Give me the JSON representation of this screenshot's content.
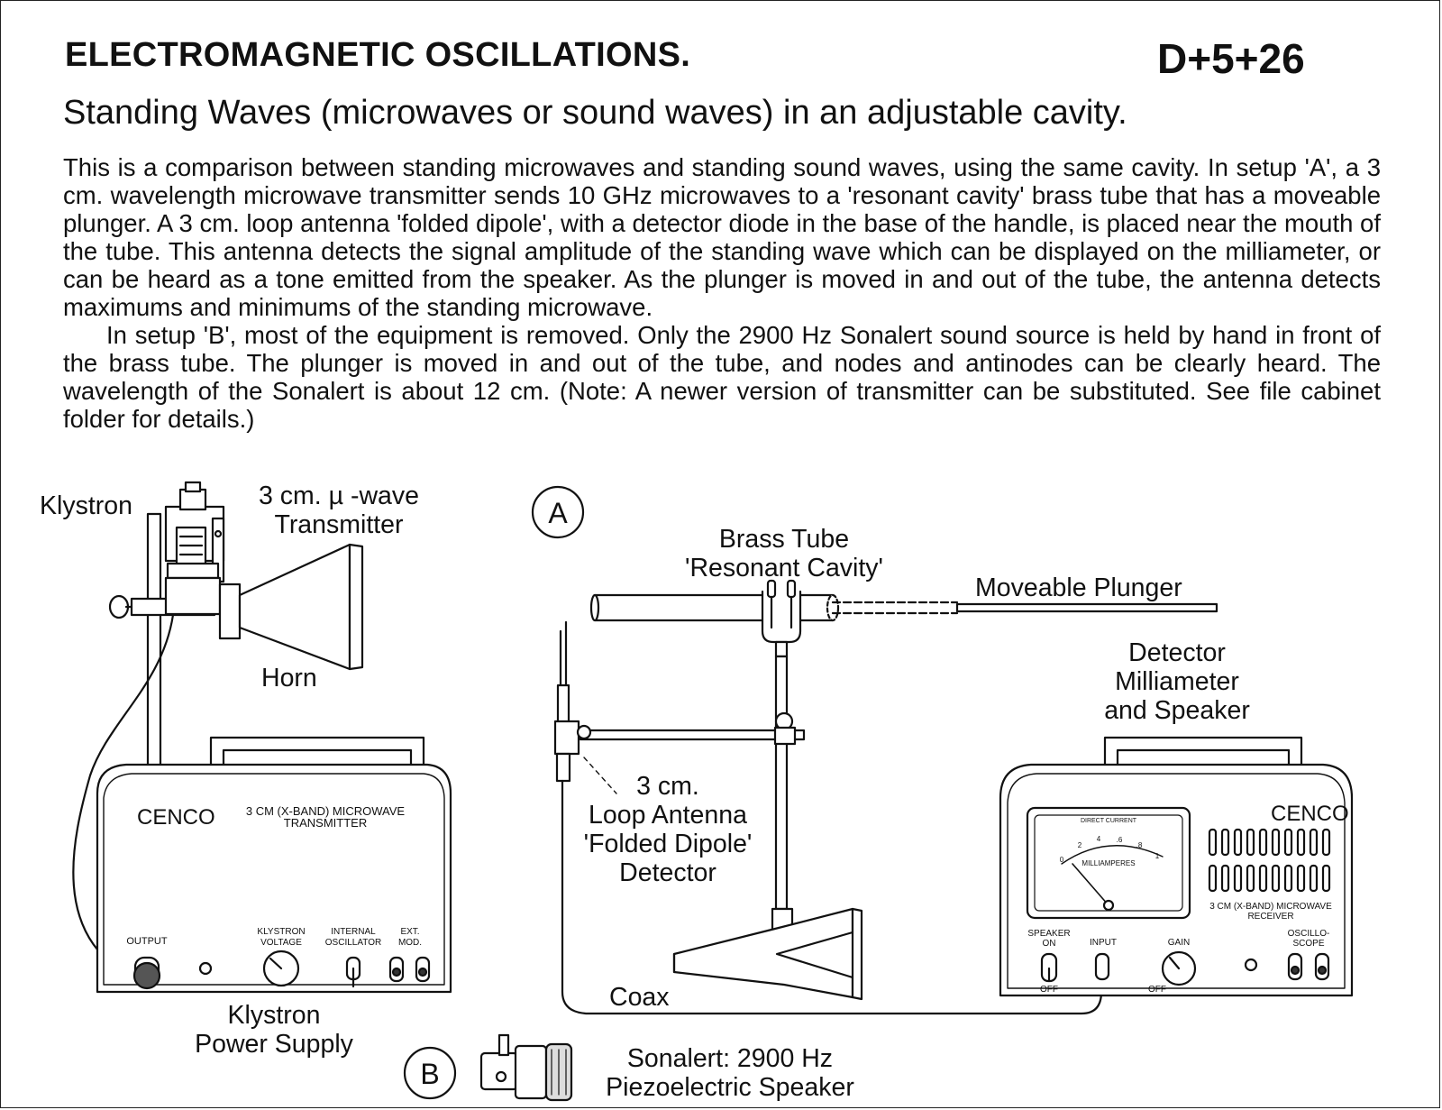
{
  "header": {
    "title": "ELECTROMAGNETIC OSCILLATIONS.",
    "code": "D+5+26",
    "subtitle": "Standing Waves (microwaves or sound waves) in an adjustable cavity."
  },
  "description": {
    "paragraph1": "This is a comparison between standing microwaves and standing sound waves, using the same cavity. In setup 'A', a 3 cm. wavelength microwave transmitter sends 10 GHz microwaves to a 'resonant cavity' brass tube that has a moveable plunger.  A 3 cm. loop antenna 'folded dipole', with a detector diode in the base of the handle, is placed near the mouth of the tube. This antenna detects the signal amplitude of the standing wave which can be displayed on the milliameter, or can be heard as a tone emitted from the speaker.  As the plunger is moved in and out of the tube, the antenna detects maximums and minimums of the standing microwave.",
    "paragraph2": "In setup 'B', most of the equipment is removed. Only the 2900 Hz Sonalert sound source is held by hand in front of the brass tube.  The plunger is moved in and out of the tube, and nodes and antinodes can be clearly heard. The wavelength of the Sonalert is about 12 cm. (Note: A newer version of transmitter can be substituted. See file cabinet folder for details.)"
  },
  "labels": {
    "klystron": "Klystron",
    "transmitter_line1": "3 cm. µ -wave",
    "transmitter_line2": "Transmitter",
    "horn": "Horn",
    "power_supply_line1": "Klystron",
    "power_supply_line2": "Power Supply",
    "setup_a": "A",
    "setup_b": "B",
    "brass_tube_line1": "Brass Tube",
    "brass_tube_line2": "'Resonant Cavity'",
    "plunger": "Moveable Plunger",
    "detector_line1": "Detector",
    "detector_line2": "Milliameter",
    "detector_line3": "and Speaker",
    "antenna_line1": "3 cm.",
    "antenna_line2": "Loop Antenna",
    "antenna_line3": "'Folded Dipole'",
    "antenna_line4": "Detector",
    "coax": "Coax",
    "sonalert_line1": "Sonalert: 2900 Hz",
    "sonalert_line2": "Piezoelectric Speaker"
  },
  "transmitter_panel": {
    "brand": "CENCO",
    "name_line1": "3 CM (X-BAND) MICROWAVE",
    "name_line2": "TRANSMITTER",
    "output": "OUTPUT",
    "klystron_voltage_1": "KLYSTRON",
    "klystron_voltage_2": "VOLTAGE",
    "internal_osc_1": "INTERNAL",
    "internal_osc_2": "OSCILLATOR",
    "ext_mod_1": "EXT.",
    "ext_mod_2": "MOD."
  },
  "receiver_panel": {
    "brand": "CENCO",
    "meter_top": "DIRECT CURRENT",
    "meter_unit": "MILLIAMPERES",
    "meter_ticks": [
      "0",
      "2",
      "4",
      ".6",
      ".8",
      "1"
    ],
    "name_line1": "3 CM (X-BAND) MICROWAVE",
    "name_line2": "RECEIVER",
    "speaker_on_1": "SPEAKER",
    "speaker_on_2": "ON",
    "input": "INPUT",
    "gain": "GAIN",
    "oscilloscope_1": "OSCILLO-",
    "oscilloscope_2": "SCOPE",
    "off": "OFF"
  }
}
